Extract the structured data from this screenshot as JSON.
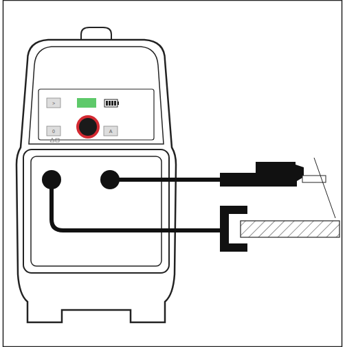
{
  "diagram": {
    "labels": [
      ">",
      "0",
      "A"
    ]
  }
}
